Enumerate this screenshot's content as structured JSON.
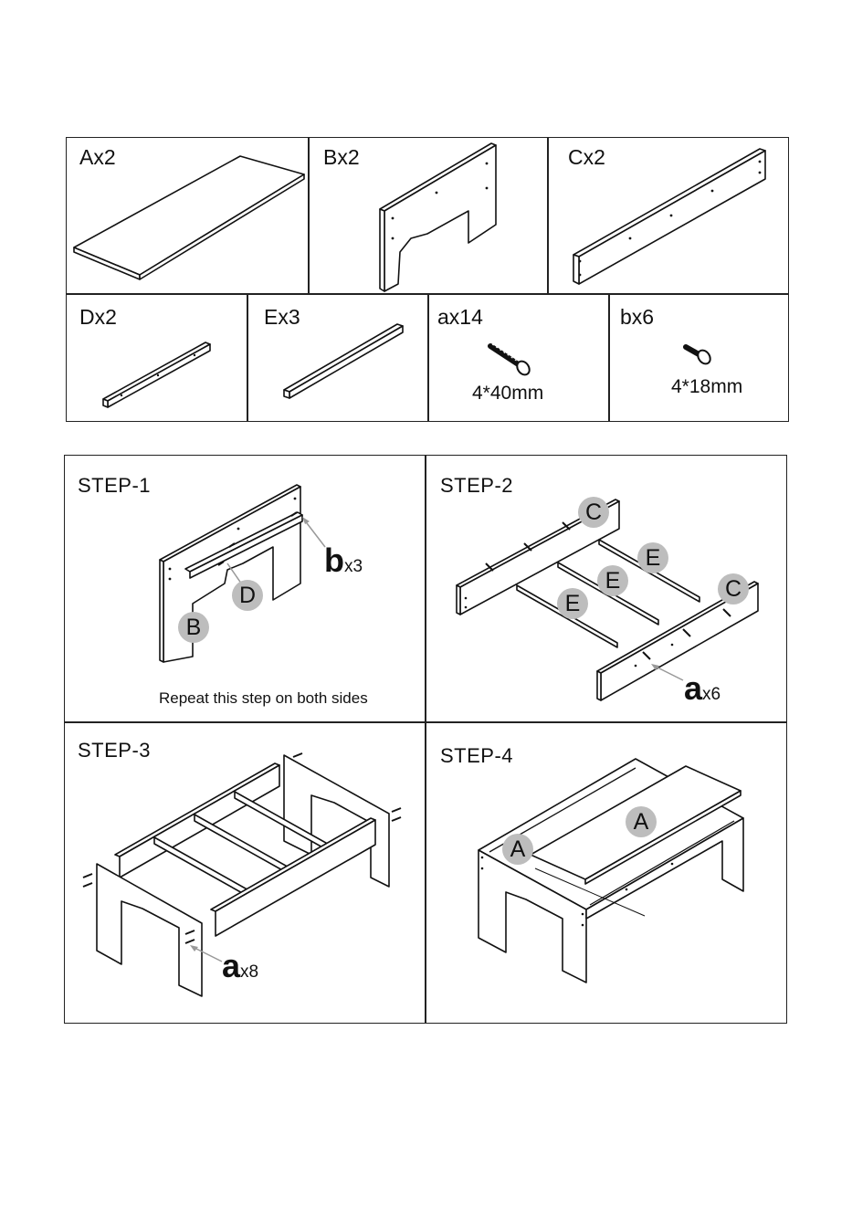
{
  "parts": {
    "A": {
      "label": "Ax2"
    },
    "B": {
      "label": "Bx2"
    },
    "C": {
      "label": "Cx2"
    },
    "D": {
      "label": "Dx2"
    },
    "E": {
      "label": "Ex3"
    },
    "a": {
      "label": "ax14",
      "size": "4*40mm"
    },
    "b": {
      "label": "bx6",
      "size": "4*18mm"
    }
  },
  "steps": {
    "s1": {
      "title": "STEP-1",
      "callouts": {
        "d": "D",
        "b": "B"
      },
      "hardware": {
        "letter": "b",
        "qty": "x3"
      },
      "note": "Repeat this step on both sides"
    },
    "s2": {
      "title": "STEP-2",
      "callouts": {
        "c1": "C",
        "c2": "C",
        "e1": "E",
        "e2": "E",
        "e3": "E"
      },
      "hardware": {
        "letter": "a",
        "qty": "x6"
      }
    },
    "s3": {
      "title": "STEP-3",
      "hardware": {
        "letter": "a",
        "qty": "x8"
      }
    },
    "s4": {
      "title": "STEP-4",
      "callouts": {
        "a1": "A",
        "a2": "A"
      }
    }
  }
}
